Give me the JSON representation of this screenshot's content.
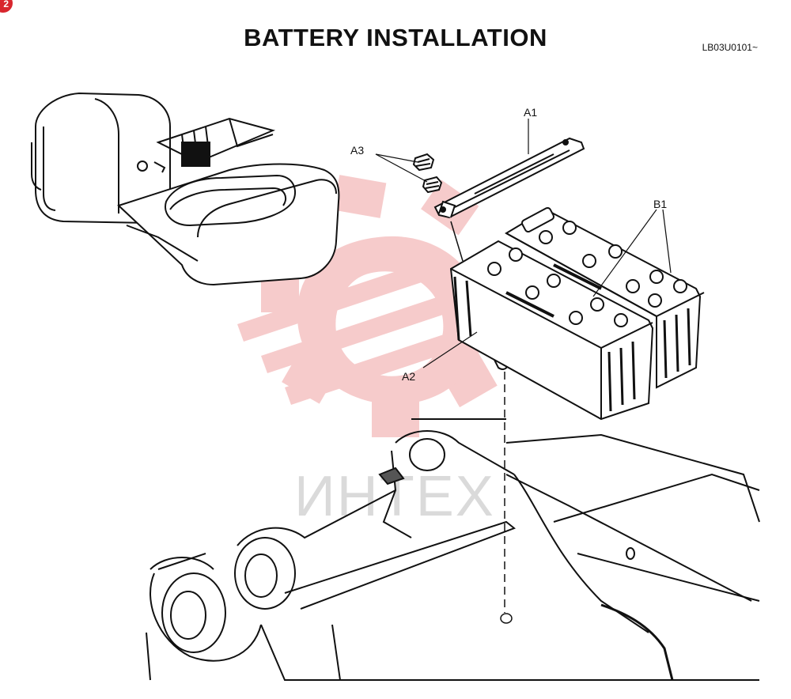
{
  "page_badge": "2",
  "title": "BATTERY INSTALLATION",
  "diagram_code": "LB03U0101~",
  "watermark": {
    "text": "ИНТЕХ",
    "color": "#f6c3c3"
  },
  "callouts": {
    "a1": "A1",
    "a2": "A2",
    "a3": "A3",
    "b1": "B1"
  }
}
